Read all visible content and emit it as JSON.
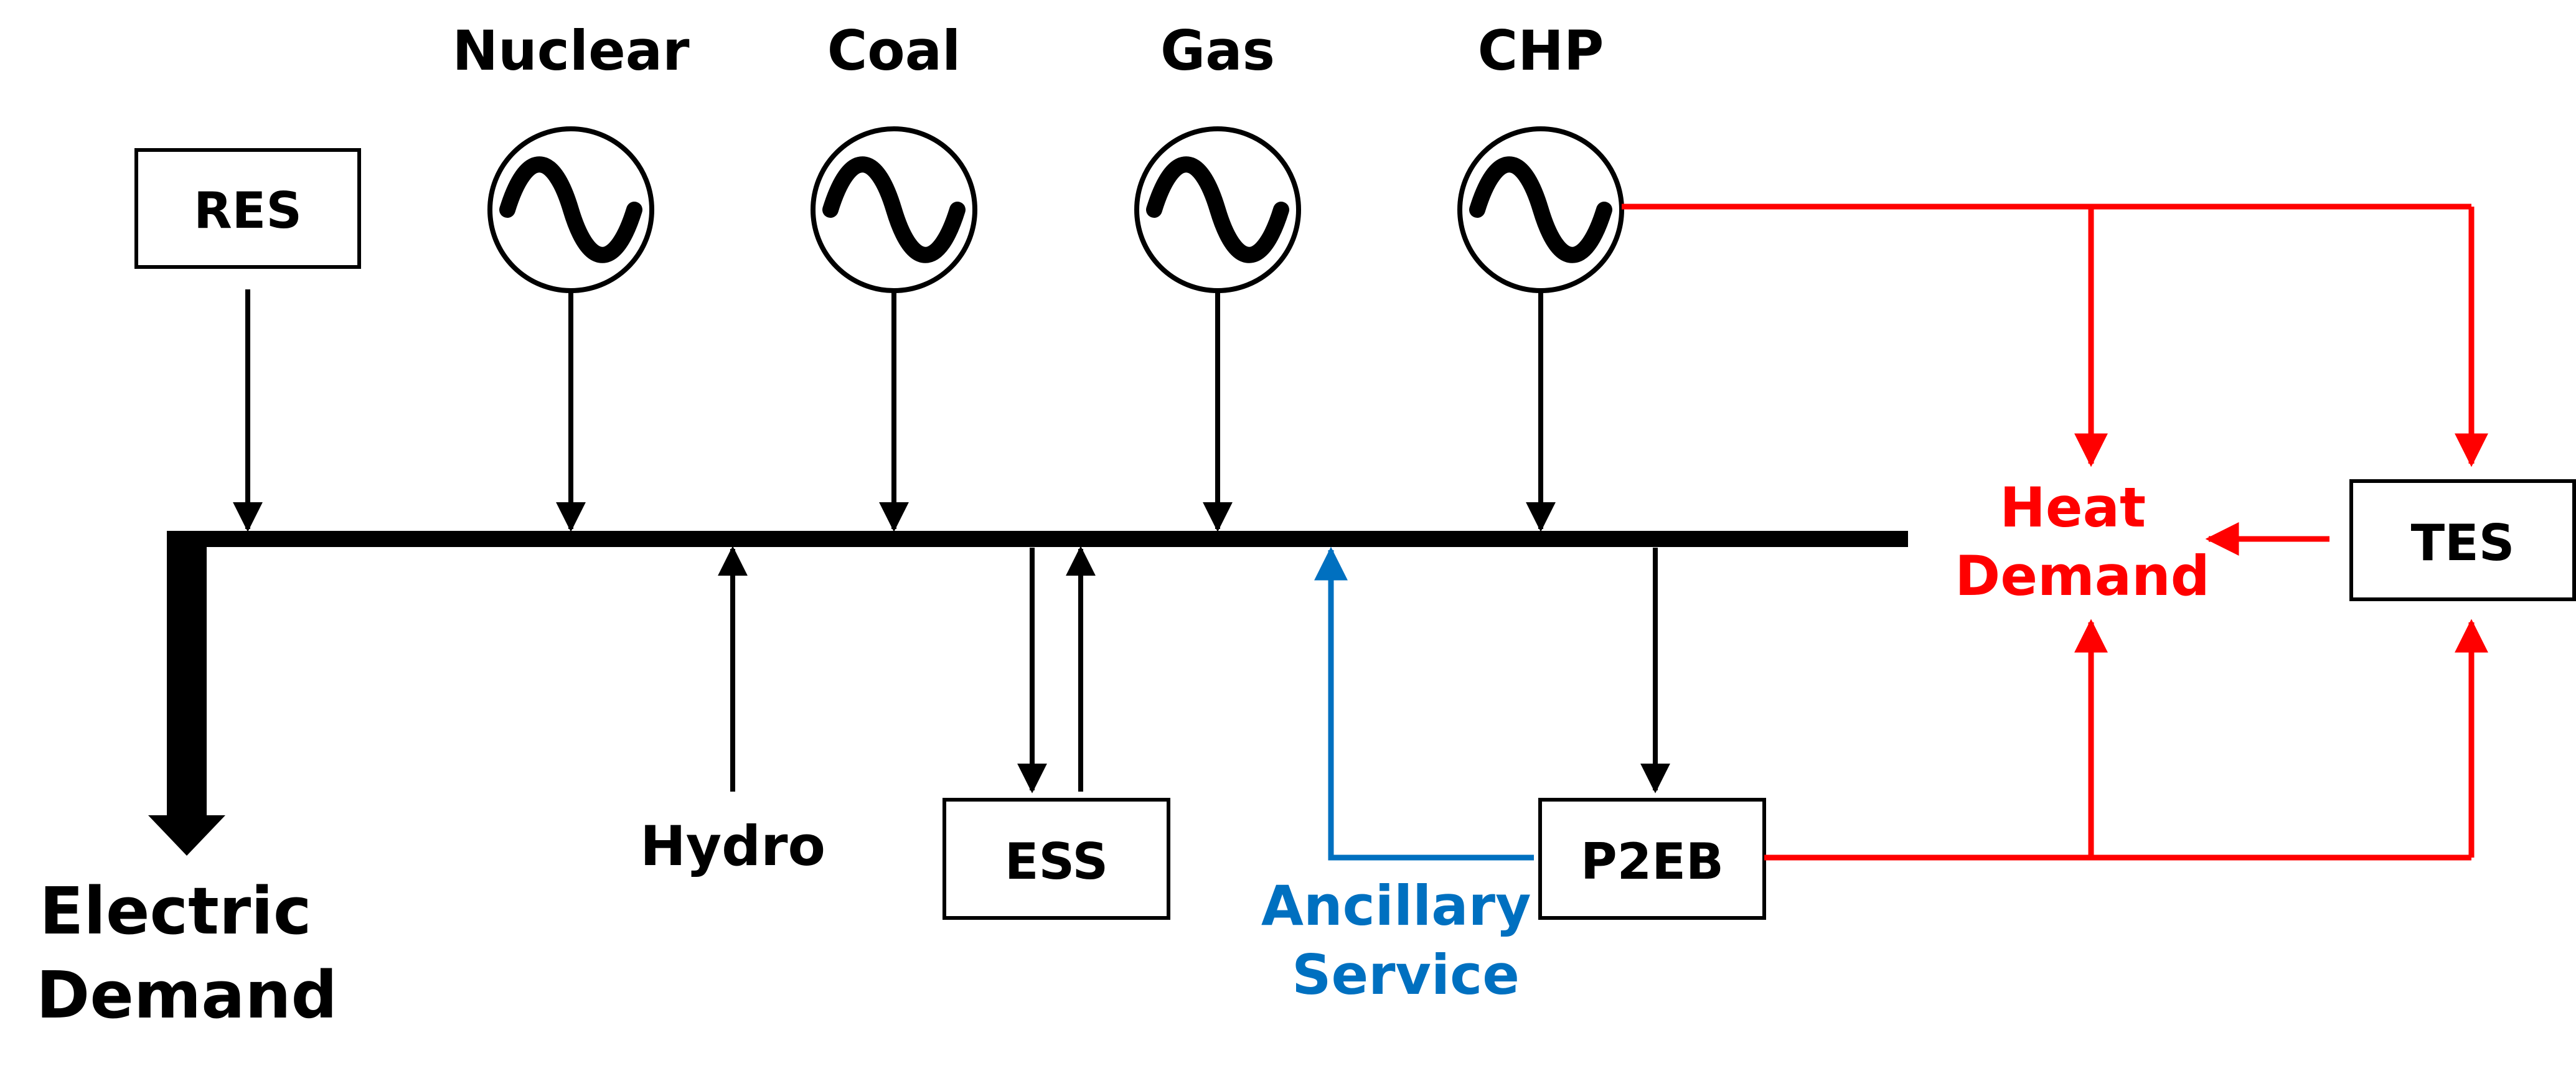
{
  "colors": {
    "electric": "#000000",
    "heat": "#ff0000",
    "ancillary": "#0070c0"
  },
  "generators": {
    "nuclear": {
      "label": "Nuclear",
      "icon": "ac-generator-icon"
    },
    "coal": {
      "label": "Coal",
      "icon": "ac-generator-icon"
    },
    "gas": {
      "label": "Gas",
      "icon": "ac-generator-icon"
    },
    "chp": {
      "label": "CHP",
      "icon": "ac-generator-icon"
    }
  },
  "boxes": {
    "res": "RES",
    "ess": "ESS",
    "p2eb": "P2EB",
    "tes": "TES"
  },
  "labels": {
    "hydro": "Hydro",
    "electric_demand": [
      "Electric",
      "Demand"
    ],
    "heat_demand": [
      "Heat",
      "Demand"
    ],
    "ancillary_service": [
      "Ancillary",
      "Service"
    ]
  }
}
